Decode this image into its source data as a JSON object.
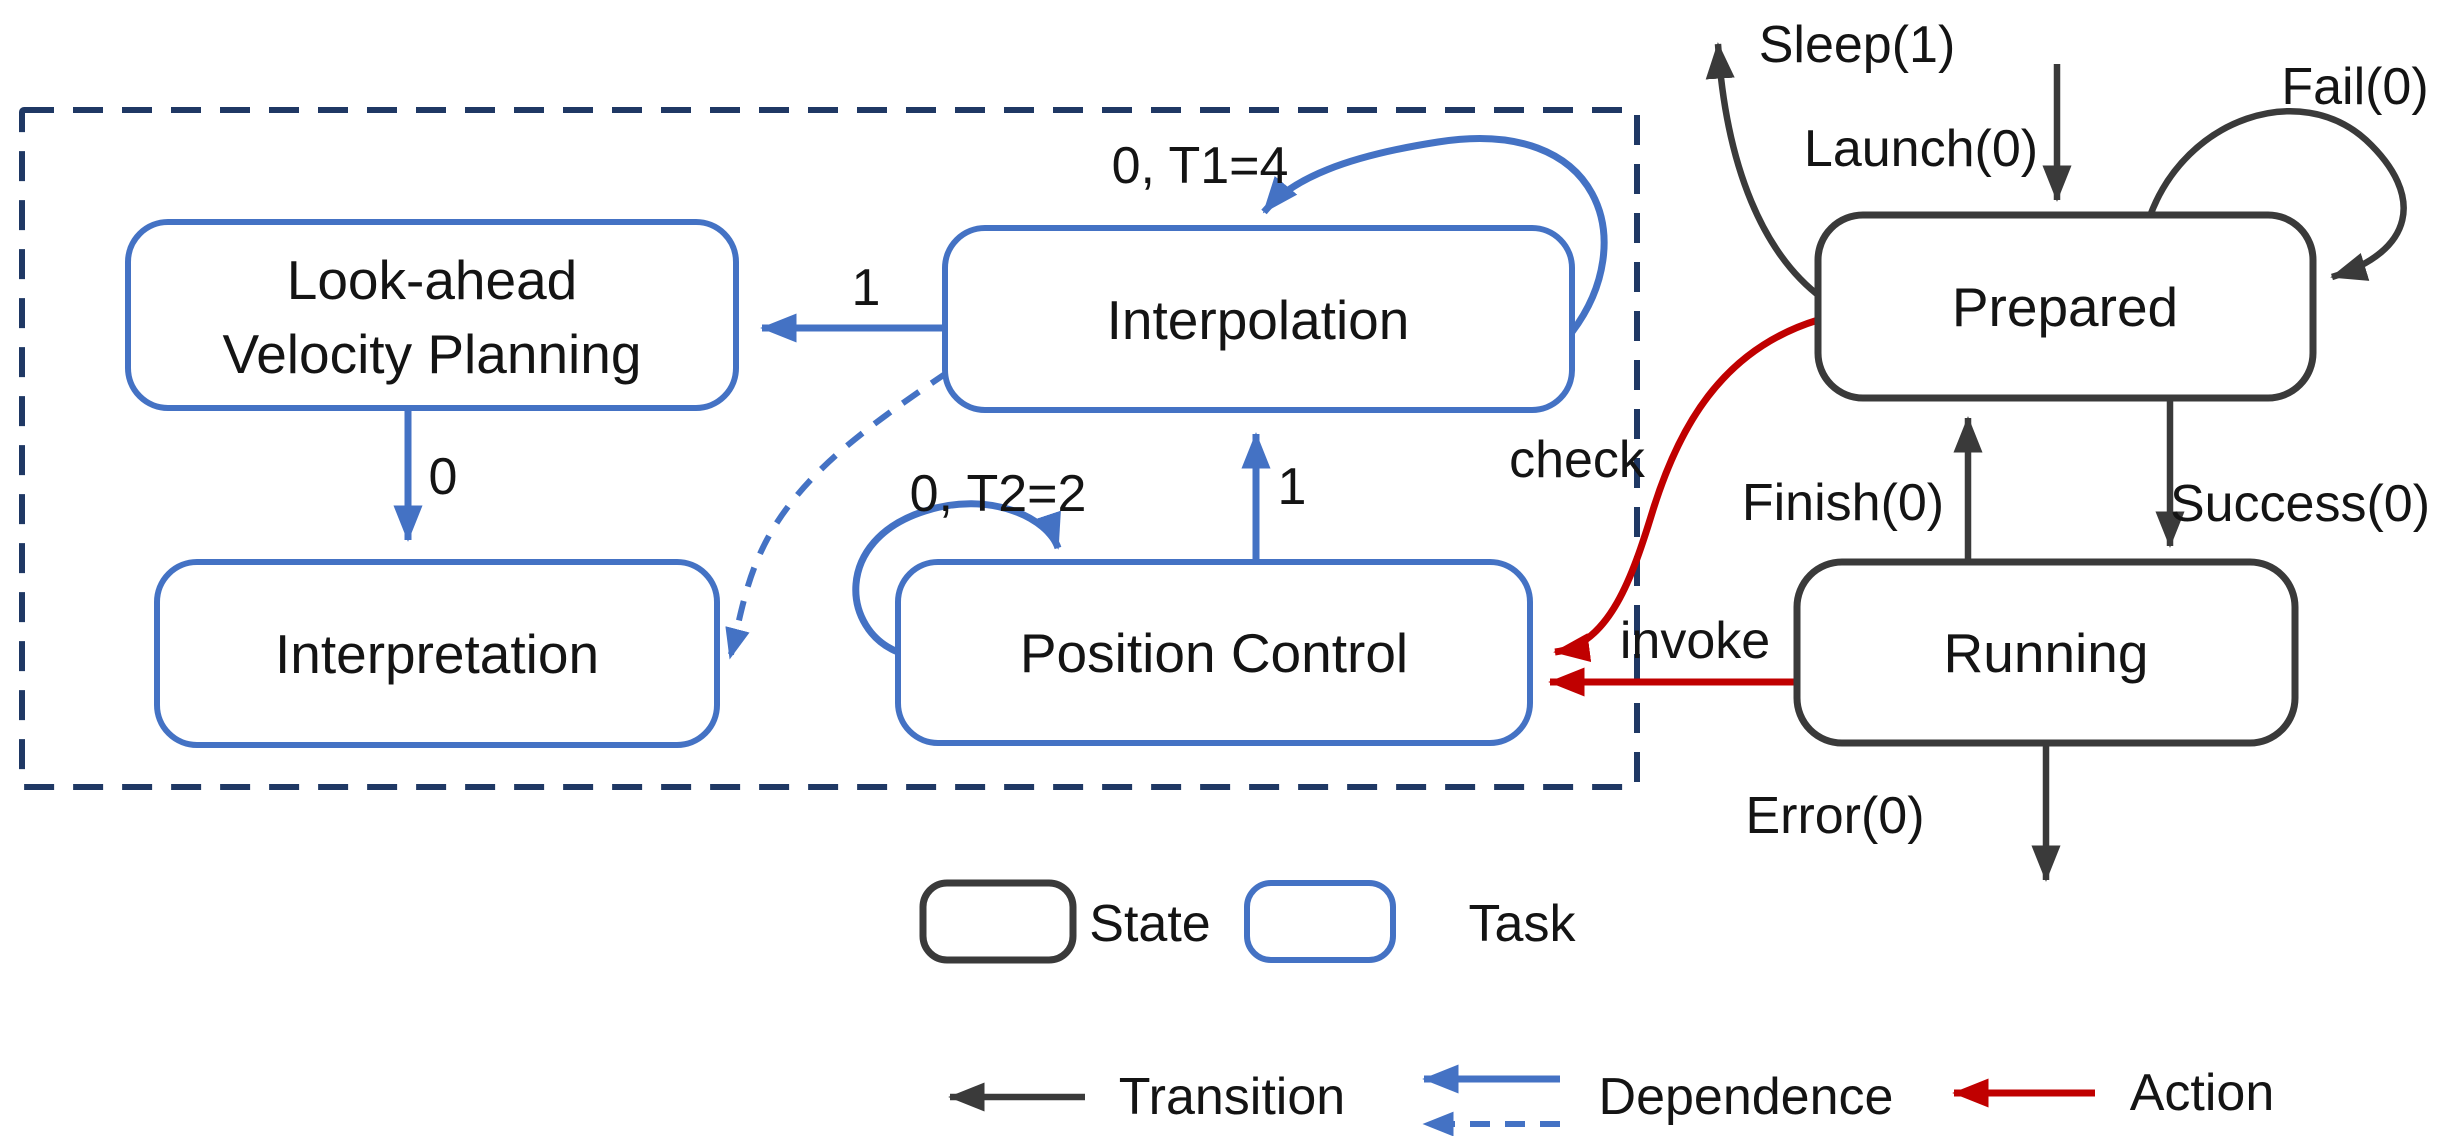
{
  "nodes": {
    "lvp": {
      "line1": "Look-ahead",
      "line2": "Velocity Planning",
      "type": "Task"
    },
    "interpolation": {
      "label": "Interpolation",
      "type": "Task"
    },
    "interpretation": {
      "label": "Interpretation",
      "type": "Task"
    },
    "position_control": {
      "label": "Position Control",
      "type": "Task"
    },
    "prepared": {
      "label": "Prepared",
      "type": "State"
    },
    "running": {
      "label": "Running",
      "type": "State"
    }
  },
  "edge_labels": {
    "interpolation_to_lvp": "1",
    "lvp_to_interpretation": "0",
    "interpolation_self_loop": "0, T1=4",
    "position_control_self_loop": "0, T2=2",
    "position_control_to_interpolation": "1",
    "check": "check",
    "invoke": "invoke",
    "sleep": "Sleep(1)",
    "launch": "Launch(0)",
    "fail": "Fail(0)",
    "finish": "Finish(0)",
    "success": "Success(0)",
    "error": "Error(0)"
  },
  "legend": {
    "state": "State",
    "task": "Task",
    "transition": "Transition",
    "dependence": "Dependence",
    "action": "Action"
  },
  "colors": {
    "task_blue": "#4472C4",
    "state_black": "#3A3A3A",
    "action_red": "#C00000",
    "container_navy": "#1F3864"
  }
}
